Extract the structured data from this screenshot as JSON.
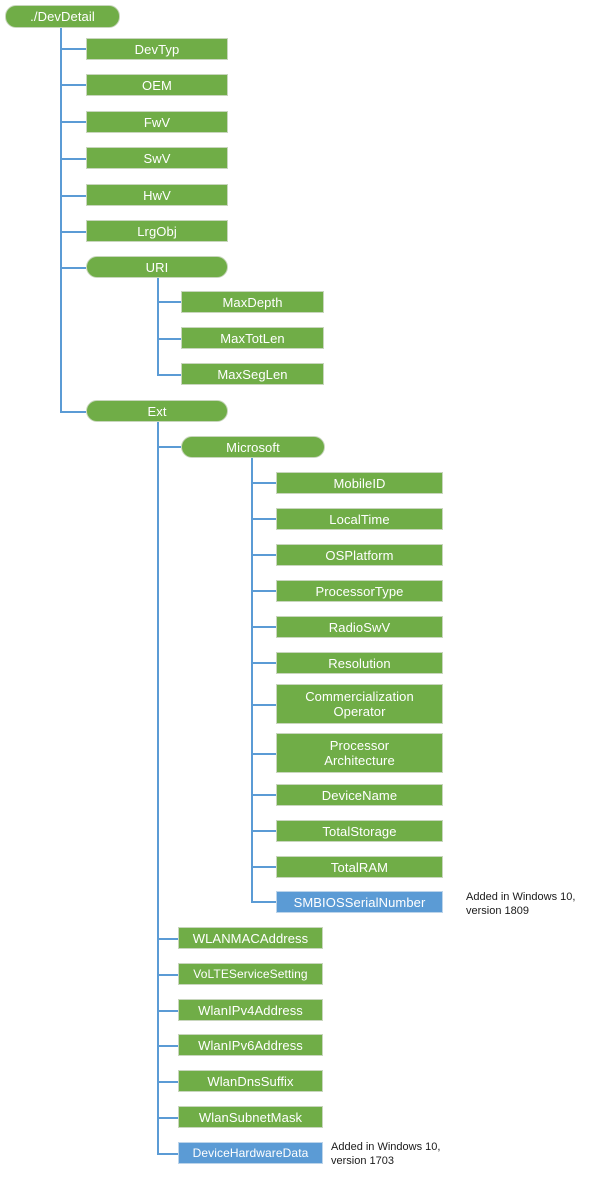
{
  "diagram": {
    "title": "./DevDetail",
    "type": "tree",
    "colors": {
      "node_green": "#70AD47",
      "node_blue": "#5B9BD5",
      "connector": "#5B9BD5",
      "node_text": "#FFFFFF",
      "note_text": "#1A1A1A",
      "background": "#FFFFFF"
    },
    "root": {
      "label": "./DevDetail",
      "shape": "pill"
    },
    "level2": [
      {
        "label": "DevTyp",
        "shape": "rect"
      },
      {
        "label": "OEM",
        "shape": "rect"
      },
      {
        "label": "FwV",
        "shape": "rect"
      },
      {
        "label": "SwV",
        "shape": "rect"
      },
      {
        "label": "HwV",
        "shape": "rect"
      },
      {
        "label": "LrgObj",
        "shape": "rect"
      },
      {
        "label": "URI",
        "shape": "pill"
      },
      {
        "label": "Ext",
        "shape": "pill"
      }
    ],
    "uri_children": [
      {
        "label": "MaxDepth",
        "shape": "rect"
      },
      {
        "label": "MaxTotLen",
        "shape": "rect"
      },
      {
        "label": "MaxSegLen",
        "shape": "rect"
      }
    ],
    "ext_children": [
      {
        "label": "Microsoft",
        "shape": "pill"
      },
      {
        "label": "WLANMACAddress",
        "shape": "rect"
      },
      {
        "label": "VoLTEServiceSetting",
        "shape": "rect"
      },
      {
        "label": "WlanIPv4Address",
        "shape": "rect"
      },
      {
        "label": "WlanIPv6Address",
        "shape": "rect"
      },
      {
        "label": "WlanDnsSuffix",
        "shape": "rect"
      },
      {
        "label": "WlanSubnetMask",
        "shape": "rect"
      },
      {
        "label": "DeviceHardwareData",
        "shape": "rect",
        "color": "blue"
      }
    ],
    "microsoft_children": [
      {
        "label": "MobileID",
        "shape": "rect"
      },
      {
        "label": "LocalTime",
        "shape": "rect"
      },
      {
        "label": "OSPlatform",
        "shape": "rect"
      },
      {
        "label": "ProcessorType",
        "shape": "rect"
      },
      {
        "label": "RadioSwV",
        "shape": "rect"
      },
      {
        "label": "Resolution",
        "shape": "rect"
      },
      {
        "label": "Commercialization\nOperator",
        "shape": "rect"
      },
      {
        "label": "Processor\nArchitecture",
        "shape": "rect"
      },
      {
        "label": "DeviceName",
        "shape": "rect"
      },
      {
        "label": "TotalStorage",
        "shape": "rect"
      },
      {
        "label": "TotalRAM",
        "shape": "rect"
      },
      {
        "label": "SMBIOSSerialNumber",
        "shape": "rect",
        "color": "blue"
      }
    ],
    "notes": [
      {
        "text": "Added in Windows 10,\nversion 1809",
        "target": "SMBIOSSerialNumber"
      },
      {
        "text": "Added in Windows 10,\nversion 1703",
        "target": "DeviceHardwareData"
      }
    ]
  }
}
